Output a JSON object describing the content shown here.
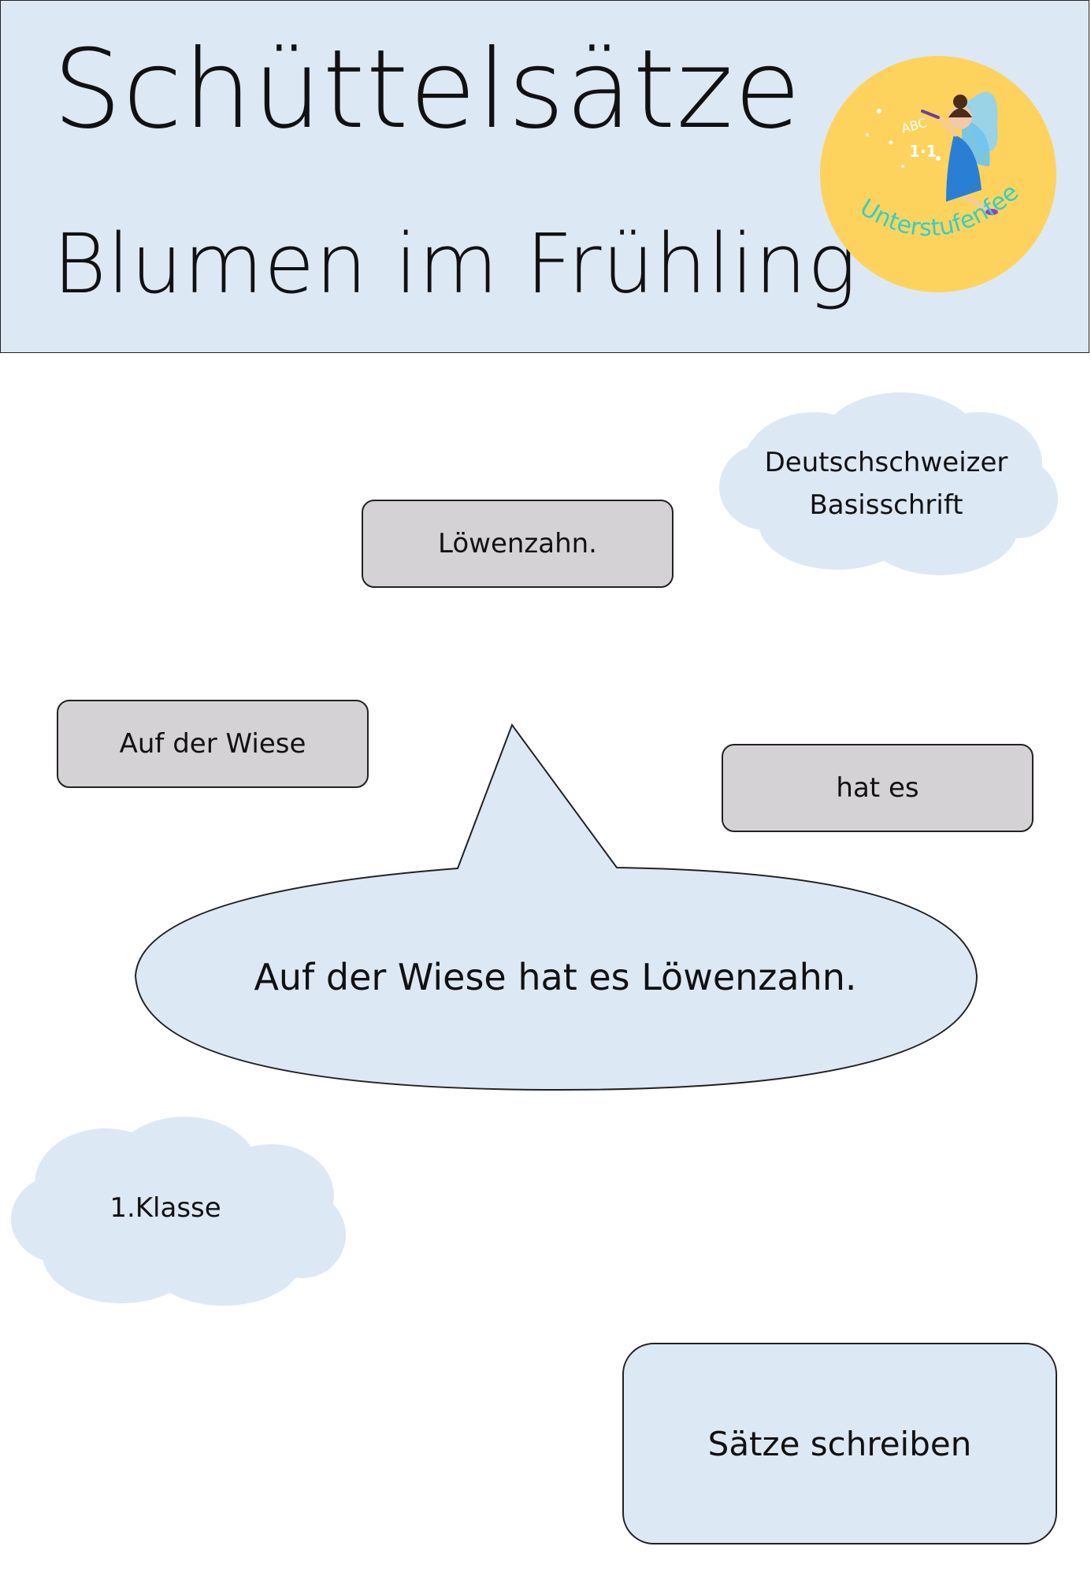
{
  "header": {
    "title": "Schüttelsätze",
    "subtitle": "Blumen im Frühling",
    "logo": {
      "name": "Unterstufenfee",
      "badge_text_1": "ABC",
      "badge_text_2": "1·1",
      "color": "#fdd35d",
      "text_color": "#2fd1c8"
    }
  },
  "font_cloud": {
    "line1": "Deutschschweizer",
    "line2": "Basisschrift"
  },
  "word_cards": {
    "card1": "Löwenzahn.",
    "card2": "Auf der Wiese",
    "card3": "hat es"
  },
  "solution": "Auf der Wiese hat es Löwenzahn.",
  "grade_cloud": "1.Klasse",
  "task_box": "Sätze schreiben",
  "colors": {
    "header_bg": "#dde8f5",
    "card_bg": "#d4d2d4",
    "bubble_bg": "#dde8f5"
  }
}
